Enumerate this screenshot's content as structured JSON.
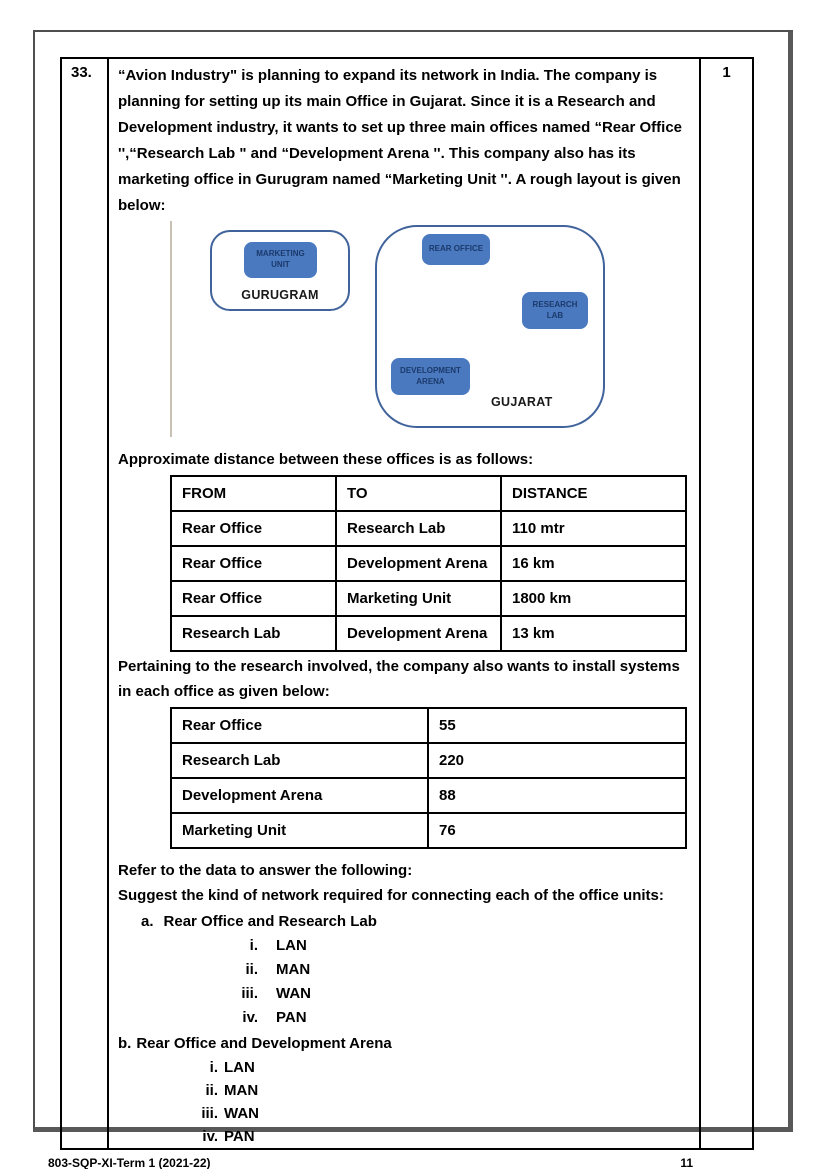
{
  "page": {
    "question_number": "33.",
    "marks": "1",
    "footer": {
      "left": "803-SQP-XI-Term 1 (2021-22)",
      "page_number": "11"
    }
  },
  "question": {
    "intro": "“Avion Industry\" is planning to expand its network in India. The company is planning for setting up its main Office in Gujarat. Since it is a Research and Development industry, it wants to set up three main offices named “Rear Office '',“Research Lab \" and “Development Arena ''. This company also has its marketing office in Gurugram named “Marketing Unit ''. A rough layout is given below:"
  },
  "diagram": {
    "regions": [
      {
        "label": "GURUGRAM",
        "offices": [
          {
            "name": "MARKETING UNIT",
            "display": "MARKETING\nUNIT"
          }
        ]
      },
      {
        "label": "GUJARAT",
        "offices": [
          {
            "name": "REAR OFFICE",
            "display": "REAR OFFICE"
          },
          {
            "name": "RESEARCH LAB",
            "display": "RESEARCH\nLAB"
          },
          {
            "name": "DEVELOPMENT ARENA",
            "display": "DEVELOPMENT\nARENA"
          }
        ]
      }
    ],
    "colors": {
      "office_box_fill": "#4b79c0",
      "office_box_text": "#1b3a6b",
      "region_border": "#41639c",
      "divider_line": "#c9c1b2"
    }
  },
  "distance_section": {
    "intro": "Approximate distance between these offices is as follows:",
    "table": {
      "headers": [
        "FROM",
        "TO",
        "DISTANCE"
      ],
      "rows": [
        [
          "Rear Office",
          "Research Lab",
          "110 mtr"
        ],
        [
          "Rear Office",
          "Development Arena",
          "16 km"
        ],
        [
          "Rear Office",
          "Marketing Unit",
          "1800 km"
        ],
        [
          "Research Lab",
          "Development Arena",
          "13 km"
        ]
      ]
    }
  },
  "systems_section": {
    "intro": "Pertaining to the research involved, the company also wants to install systems in each office as given below:",
    "table": {
      "rows": [
        [
          "Rear Office",
          "55"
        ],
        [
          "Research Lab",
          "220"
        ],
        [
          "Development Arena",
          "88"
        ],
        [
          "Marketing Unit",
          "76"
        ]
      ]
    }
  },
  "questions": {
    "refer_line": "Refer to the data to answer the following:",
    "suggest_line": "Suggest the kind of network required for connecting each of the office units:",
    "parts": [
      {
        "label": "a.",
        "text": "Rear Office and Research Lab",
        "options": [
          {
            "num": "i.",
            "text": "LAN"
          },
          {
            "num": "ii.",
            "text": "MAN"
          },
          {
            "num": "iii.",
            "text": "WAN"
          },
          {
            "num": "iv.",
            "text": "PAN"
          }
        ]
      },
      {
        "label": "b.",
        "text": "Rear Office and Development Arena",
        "options": [
          {
            "num": "i.",
            "text": "LAN"
          },
          {
            "num": "ii.",
            "text": "MAN"
          },
          {
            "num": "iii.",
            "text": "WAN"
          },
          {
            "num": "iv.",
            "text": "PAN"
          }
        ]
      }
    ]
  }
}
